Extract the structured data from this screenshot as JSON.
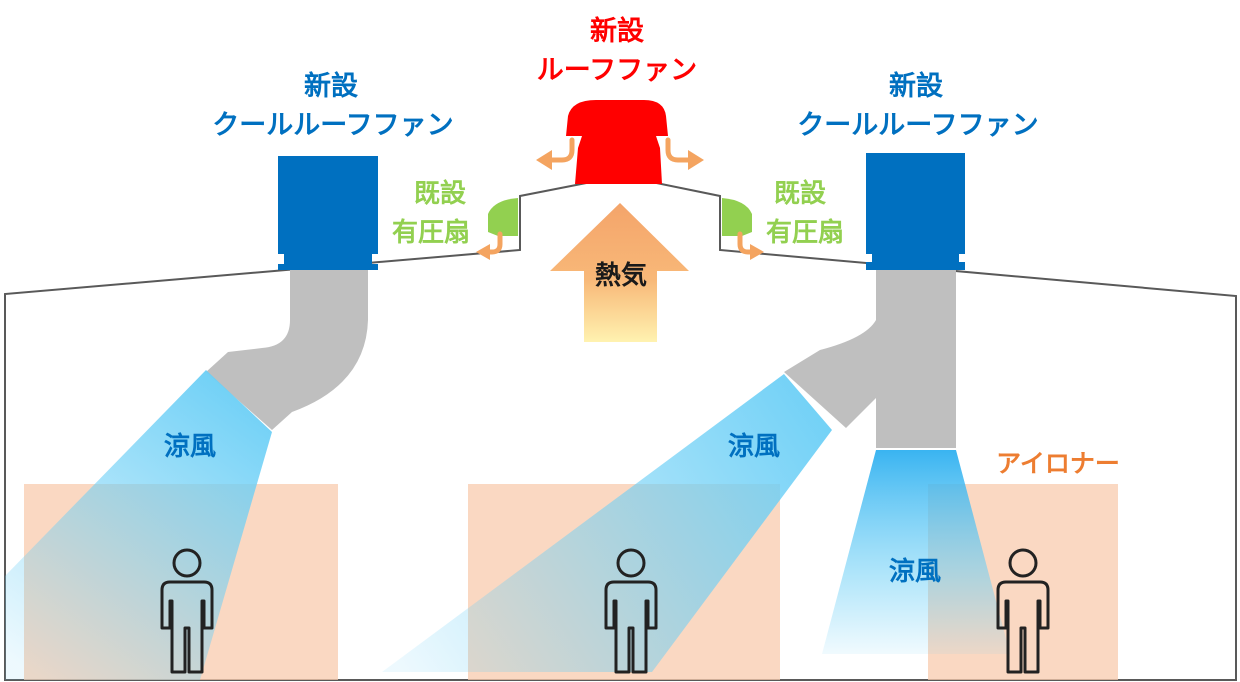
{
  "labels": {
    "new_cool_fan_left": {
      "line1": "新設",
      "line2": "クールルーフファン"
    },
    "new_roof_fan": {
      "line1": "新設",
      "line2": "ルーフファン"
    },
    "new_cool_fan_right": {
      "line1": "新設",
      "line2": "クールルーフファン"
    },
    "existing_fan_left": {
      "line1": "既設",
      "line2": "有圧扇"
    },
    "existing_fan_right": {
      "line1": "既設",
      "line2": "有圧扇"
    },
    "heat": "熱気",
    "cool_air_left": "涼風",
    "cool_air_center": "涼風",
    "cool_air_right": "涼風",
    "ironer": "アイロナー"
  },
  "colors": {
    "cool_fan_blue": "#0070C0",
    "roof_fan_red": "#FF0000",
    "existing_fan_green": "#92D050",
    "airflow_orange": "#F4A460",
    "duct_gray": "#BFBFBF",
    "cool_air_blue": "#5BC8F5",
    "work_area_peach": "#F8CBAD",
    "ironer_orange": "#ED7D31",
    "roof_outline": "#595959"
  },
  "icons": [
    "person-icon",
    "person-icon",
    "person-icon"
  ]
}
